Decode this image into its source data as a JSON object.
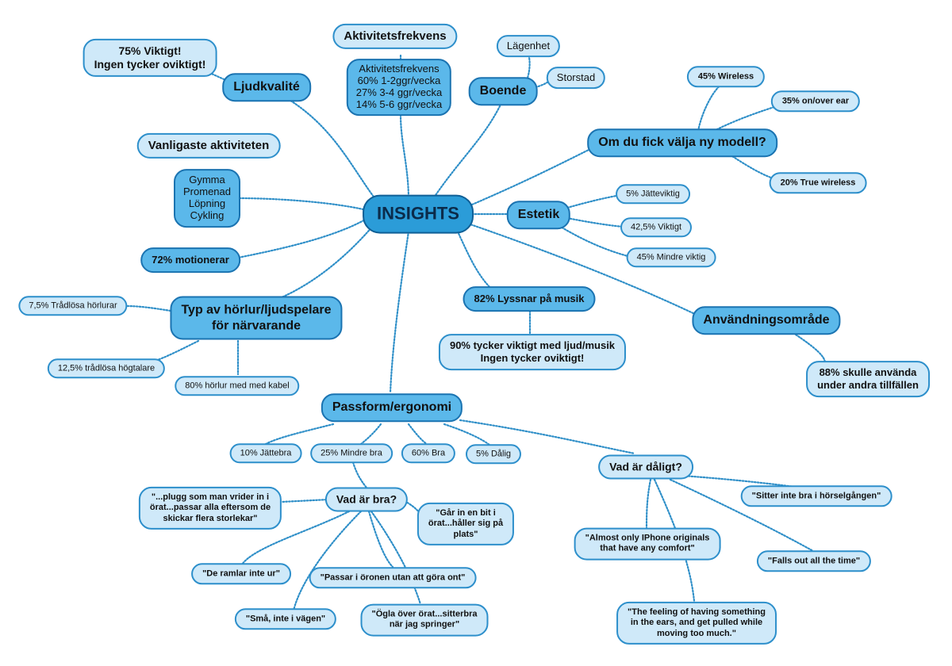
{
  "central": "INSIGHTS",
  "nodes": {
    "ljudkvalite": "Ljudkvalité",
    "ljud_viktigt": [
      "75% Viktigt!",
      "Ingen tycker oviktigt!"
    ],
    "aktivitetsfrekvens": "Aktivitetsfrekvens",
    "aktivitets_detail": [
      "Aktivitetsfrekvens",
      "60% 1-2ggr/vecka",
      "27% 3-4 ggr/vecka",
      "14% 5-6 ggr/vecka"
    ],
    "boende": "Boende",
    "lagenhet": "Lägenhet",
    "storstad": "Storstad",
    "ny_modell": "Om du fick välja ny modell?",
    "wireless45": "45% Wireless",
    "on_over_ear": "35% on/over ear",
    "true_wireless": "20% True wireless",
    "vanligaste": "Vanligaste aktiviteten",
    "aktiviteter": [
      "Gymma",
      "Promenad",
      "Löpning",
      "Cykling"
    ],
    "estetik": "Estetik",
    "jatteviktig": "5% Jätteviktig",
    "viktigt": "42,5% Viktigt",
    "mindre_viktig": "45% Mindre viktig",
    "motionerar": "72% motionerar",
    "typ": [
      "Typ av hörlur/ljudspelare",
      "för närvarande"
    ],
    "tradlosa_horlurar": "7,5% Trådlösa hörlurar",
    "tradlosa_hogtalare": "12,5% trådlösa högtalare",
    "horlur_kabel": "80% hörlur med med kabel",
    "lyssnar": "82% Lyssnar på musik",
    "ljud_musik": [
      "90% tycker viktigt med ljud/musik",
      "Ingen tycker oviktigt!"
    ],
    "anvandningsomrade": "Användningsområde",
    "andra_tillfallen": [
      "88% skulle använda",
      "under andra tillfällen"
    ],
    "passform": "Passform/ergonomi",
    "jattebra": "10% Jättebra",
    "mindre_bra": "25% Mindre bra",
    "bra60": "60% Bra",
    "dalig5": "5% Dålig",
    "vad_ar_bra": "Vad är bra?",
    "vad_ar_daligt": "Vad är dåligt?",
    "plugg": [
      "\"...plugg som man vrider in i",
      "örat...passar alla eftersom de",
      "skickar flera storlekar\""
    ],
    "gar_in": [
      "\"Går in en bit i",
      "örat...håller sig på",
      "plats\""
    ],
    "ramlar": "\"De ramlar inte ur\"",
    "passar_oronen": "\"Passar i öronen utan att göra ont\"",
    "sma": "\"Små, inte i vägen\"",
    "ogla": [
      "\"Ögla över örat...sitterbra",
      "när jag springer\""
    ],
    "sitter_inte": "\"Sitter inte bra i hörselgången\"",
    "iphone": [
      "\"Almost only IPhone originals",
      "that have any comfort\""
    ],
    "falls_out": "\"Falls out all the time\"",
    "feeling": [
      "\"The feeling of having something",
      "in the ears, and get pulled while",
      "moving too much.\""
    ]
  },
  "colors": {
    "central_fill": "#2b9cd8",
    "level1_fill": "#5bb8ea",
    "leaf_fill": "#cfe9f9",
    "border": "#2d8fcb",
    "link": "#2f8fc8"
  }
}
